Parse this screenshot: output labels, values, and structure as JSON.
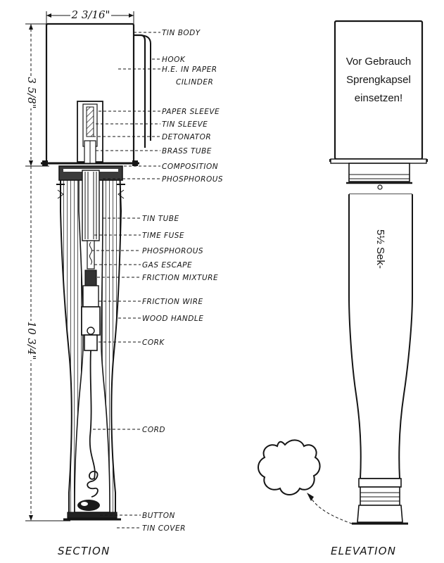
{
  "dimensions": {
    "width": "2 3/16\"",
    "head_height": "3 5/8\"",
    "handle_length": "10 3/4\""
  },
  "labels": {
    "tin_body": "TIN BODY",
    "hook": "HOOK",
    "he_paper_1": "H.E. IN PAPER",
    "he_paper_2": "CILINDER",
    "paper_sleeve": "PAPER SLEEVE",
    "tin_sleeve": "TIN SLEEVE",
    "detonator": "DETONATOR",
    "brass_tube": "BRASS TUBE",
    "composition": "COMPOSITION",
    "phosphorous_top": "PHOSPHOROUS",
    "tin_tube": "TIN TUBE",
    "time_fuse": "TIME FUSE",
    "phosphorous_mid": "PHOSPHOROUS",
    "gas_escape": "GAS ESCAPE",
    "friction_mixture": "FRICTION MIXTURE",
    "friction_wire": "FRICTION WIRE",
    "wood_handle": "WOOD HANDLE",
    "cork": "CORK",
    "cord": "CORD",
    "button": "BUTTON",
    "tin_cover": "TIN COVER"
  },
  "head_stamp": {
    "line1": "Vor Gebrauch",
    "line2": "Sprengkapsel",
    "line3": "einsetzen!"
  },
  "handle_stamp": "5½ Sek-",
  "captions": {
    "section": "SECTION",
    "elevation": "ELEVATION"
  }
}
